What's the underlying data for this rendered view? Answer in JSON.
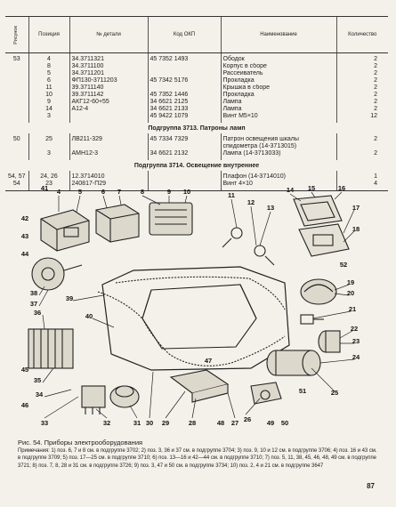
{
  "table": {
    "headers": {
      "figure": "Рисунок",
      "position": "Позиция",
      "part_no": "№ детали",
      "okp": "Код ОКП",
      "name": "Наименование",
      "qty": "Количество"
    },
    "rows_top": [
      {
        "figure": "53",
        "position": "4",
        "part_no": "34.3711321",
        "okp": "45 7352 1493",
        "name": "Ободок",
        "qty": "2"
      },
      {
        "figure": "",
        "position": "8",
        "part_no": "34.3711100",
        "okp": "",
        "name": "Корпус в сборе",
        "qty": "2"
      },
      {
        "figure": "",
        "position": "5",
        "part_no": "34.3711201",
        "okp": "",
        "name": "Рассеиватель",
        "qty": "2"
      },
      {
        "figure": "",
        "position": "6",
        "part_no": "ФП130-3711203",
        "okp": "45 7342 5176",
        "name": "Прокладка",
        "qty": "2"
      },
      {
        "figure": "",
        "position": "11",
        "part_no": "39.3711140",
        "okp": "",
        "name": "Крышка в сборе",
        "qty": "2"
      },
      {
        "figure": "",
        "position": "10",
        "part_no": "39.3711142",
        "okp": "45 7352 1446",
        "name": "Прокладка",
        "qty": "2"
      },
      {
        "figure": "",
        "position": "9",
        "part_no": "АКГ12-60+55",
        "okp": "34 6621 2125",
        "name": "Лампа",
        "qty": "2"
      },
      {
        "figure": "",
        "position": "14",
        "part_no": "А12-4",
        "okp": "34 6621 2133",
        "name": "Лампа",
        "qty": "2"
      },
      {
        "figure": "",
        "position": "3",
        "part_no": "",
        "okp": "45 9422 1079",
        "name": "Винт М5×10",
        "qty": "12"
      }
    ],
    "subgroup_1": "Подгруппа 3713. Патроны ламп",
    "rows_mid": [
      {
        "figure": "50",
        "position": "25",
        "part_no": "ЛВ211-329",
        "okp": "45 7334 7329",
        "name": "Патрон освещения шкалы спидометра (14-3713015)",
        "qty": "2"
      },
      {
        "figure": "",
        "position": "3",
        "part_no": "АМН12-3",
        "okp": "34 6621 2132",
        "name": "Лампа (14-3713033)",
        "qty": "2"
      }
    ],
    "subgroup_2": "Подгруппа 3714. Освещение внутреннее",
    "rows_bottom": [
      {
        "figure": "54, 57",
        "position": "24, 26",
        "part_no": "12.3714010",
        "okp": "",
        "name": "Плафон (14-3714010)",
        "qty": "1"
      },
      {
        "figure": "54",
        "position": "23",
        "part_no": "240817-П29",
        "okp": "",
        "name": "Винт 4×10",
        "qty": "4"
      }
    ]
  },
  "diagram": {
    "callouts": [
      "4",
      "5",
      "6",
      "7",
      "8",
      "9",
      "10",
      "11",
      "12",
      "13",
      "14",
      "15",
      "16",
      "17",
      "18",
      "19",
      "20",
      "21",
      "22",
      "23",
      "24",
      "25",
      "26",
      "27",
      "28",
      "29",
      "30",
      "31",
      "32",
      "33",
      "34",
      "35",
      "36",
      "37",
      "38",
      "39",
      "40",
      "41",
      "42",
      "43",
      "44",
      "45",
      "46",
      "47",
      "48",
      "49",
      "50",
      "51",
      "52"
    ]
  },
  "caption": {
    "title": "Рис. 54. Приборы электрооборудования",
    "notes": "Примечания: 1) поз. 6, 7 и 8 см. в подгруппе 3702; 2) поз. 3, 36 и 37 см. в подгруппе 3704; 3) поз. 9, 10 и 12 см. в подгруппе 3706; 4) поз. 16 и 43 см. в подгруппе 3709; 5) поз. 17—25 см. в подгруппе 3710; 6) поз. 13—16 и 42—44 см. в подгруппе 3710; 7) поз. 5, 11, 38, 45, 46, 48, 49 см. в подгруппе 3721; 8) поз. 7, 8, 28 и 31 см. в подгруппе 3726; 9) поз. 3, 47 и 50 см. в подгруппе 3734; 10) поз. 2, 4 и 21 см. в подгруппе 3647"
  },
  "page_number": "87"
}
